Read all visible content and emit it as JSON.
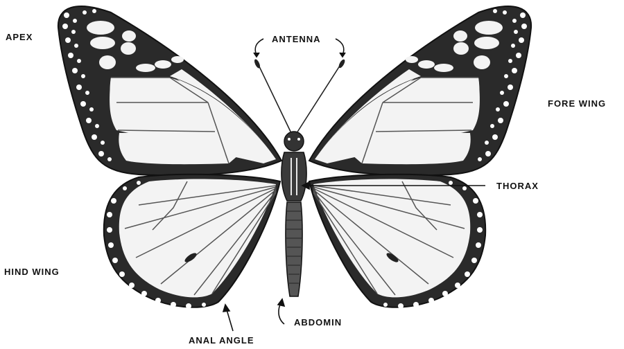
{
  "diagram": {
    "labels": {
      "apex": "APEX",
      "antenna": "ANTENNA",
      "fore_wing": "FORE WING",
      "thorax": "THORAX",
      "hind_wing": "HIND WING",
      "abdomin": "ABDOMIN",
      "anal_angle": "ANAL ANGLE"
    }
  },
  "colors": {
    "ink": "#111111",
    "wing_border": "#2a2a2a",
    "wing_fill": "#f3f3f3",
    "vein": "#555555",
    "spot": "#ffffff"
  }
}
